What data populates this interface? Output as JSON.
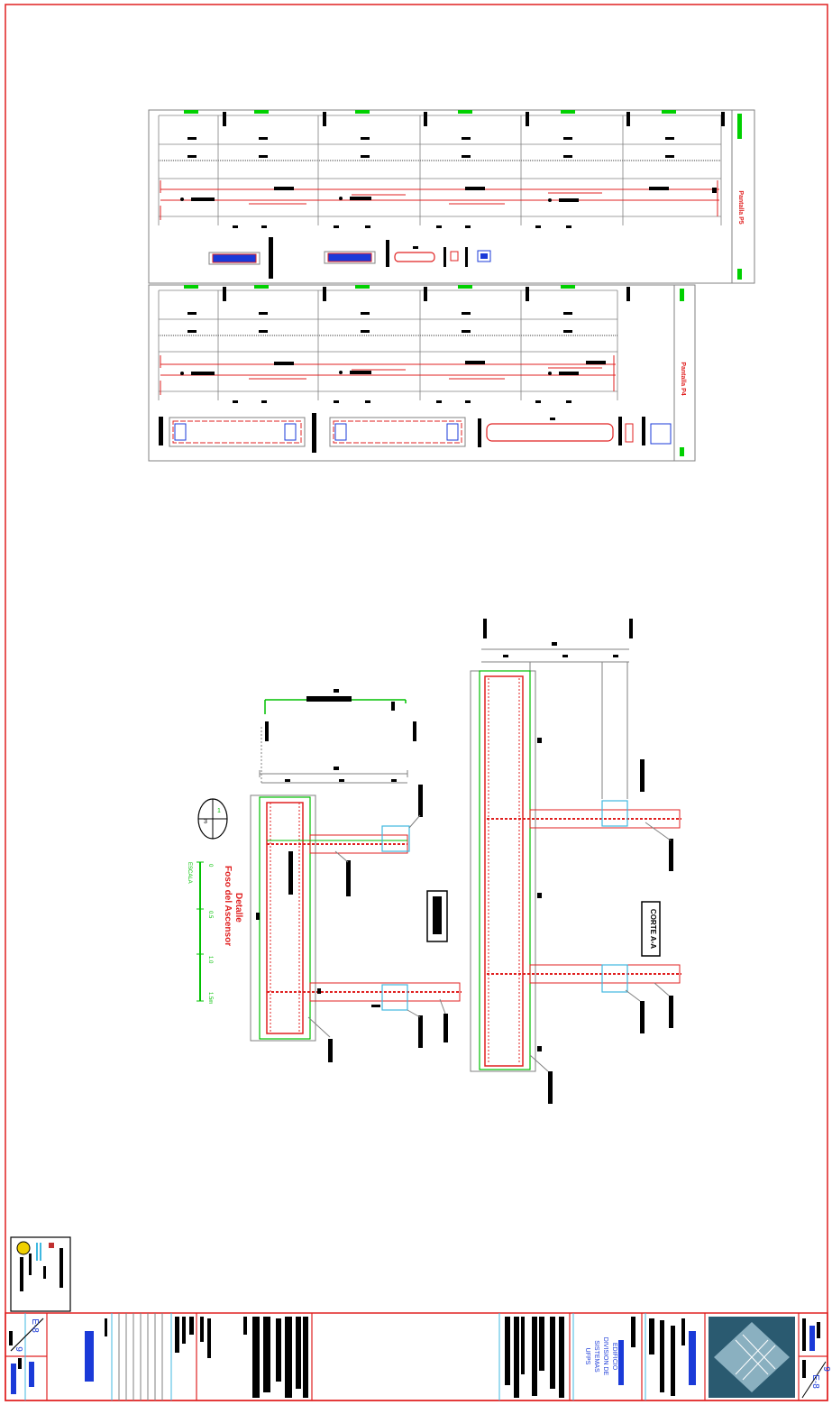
{
  "drawing": {
    "colors": {
      "frame": "#e02020",
      "grid": "#808080",
      "rebar": "#e02020",
      "highlight": "#00c000",
      "cyan": "#40b8e0",
      "blue": "#1a3ad8",
      "black": "#000000"
    },
    "beam_sheet": {
      "axis_upper": "Pantalla P5",
      "axis_lower": "Pantalla P4"
    },
    "elevator": {
      "detail_title": "Detalle",
      "detail_subtitle": "Foso del Ascensor",
      "scale_label": "ESCALA",
      "scale_ticks": [
        "0",
        "0.5",
        "1.0",
        "1.5m"
      ],
      "section_tag": "CORTE A-A",
      "bubble_top": "1",
      "bubble_bottom": "3"
    },
    "title_block": {
      "sheet_id": "E-8",
      "sheet_id_2": "E-8",
      "sheet_total": "9",
      "project_lines": [
        "EDIFICIO",
        "DIVISION DE",
        "SISTEMAS",
        "UFPS"
      ]
    }
  }
}
